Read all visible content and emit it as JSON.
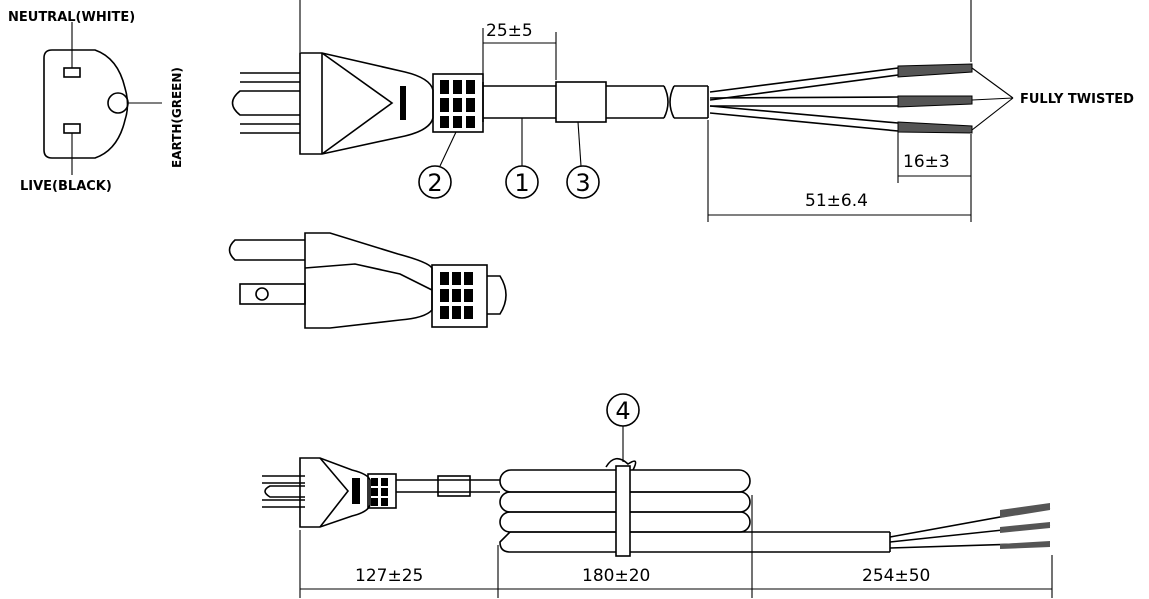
{
  "labels": {
    "neutral": "NEUTRAL(WHITE)",
    "live": "LIVE(BLACK)",
    "earth": "EARTH(GREEN)",
    "fully_twisted": "FULLY TWISTED"
  },
  "dimensions": {
    "sleeve_offset": "25±5",
    "strip_length": "16±3",
    "jacket_strip": "51±6.4",
    "plug_to_coil": "127±25",
    "coil_length": "180±20",
    "coil_to_end": "254±50"
  },
  "callouts": {
    "cord": "1",
    "plug": "2",
    "sleeve": "3",
    "tie": "4"
  }
}
